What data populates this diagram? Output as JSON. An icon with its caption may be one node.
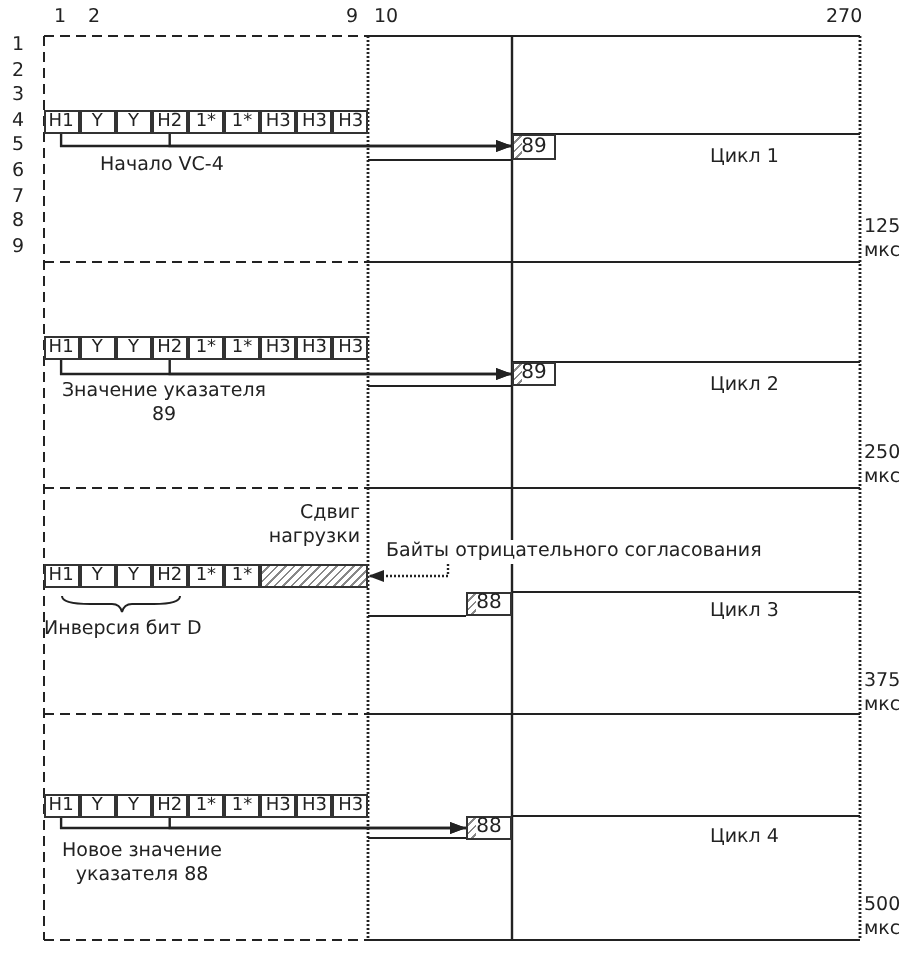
{
  "diagram": {
    "nodes": [
      {
        "text": [
          "H1"
        ]
      },
      {
        "text": [
          "Y"
        ]
      },
      {
        "text": [
          "Y"
        ]
      },
      {
        "text": [
          "H2"
        ]
      },
      {
        "text": [
          "1*"
        ]
      },
      {
        "text": [
          "1*"
        ]
      },
      {
        "text": [
          "H3"
        ]
      },
      {
        "text": [
          "H3"
        ]
      },
      {
        "text": [
          "H3"
        ]
      },
      {
        "text": [
          "89"
        ]
      },
      {
        "text": [
          "H1"
        ]
      },
      {
        "text": [
          "Y"
        ]
      },
      {
        "text": [
          "Y"
        ]
      },
      {
        "text": [
          "H2"
        ]
      },
      {
        "text": [
          "1*"
        ]
      },
      {
        "text": [
          "1*"
        ]
      },
      {
        "text": [
          "H3"
        ]
      },
      {
        "text": [
          "H3"
        ]
      },
      {
        "text": [
          "H3"
        ]
      },
      {
        "text": [
          "89"
        ]
      },
      {
        "text": [
          "H1"
        ]
      },
      {
        "text": [
          "Y"
        ]
      },
      {
        "text": [
          "Y"
        ]
      },
      {
        "text": [
          "H2"
        ]
      },
      {
        "text": [
          "1*"
        ]
      },
      {
        "text": [
          "1*"
        ]
      },
      {
        "text": [],
        "shape": "box"
      },
      {
        "text": [
          "Байты отрицательного согласования"
        ]
      },
      {
        "text": [
          "88"
        ]
      },
      {
        "text": [
          "H1"
        ]
      },
      {
        "text": [
          "Y"
        ]
      },
      {
        "text": [
          "Y"
        ]
      },
      {
        "text": [
          "H2"
        ]
      },
      {
        "text": [
          "1*"
        ]
      },
      {
        "text": [
          "1*"
        ]
      },
      {
        "text": [
          "H3"
        ]
      },
      {
        "text": [
          "H3"
        ]
      },
      {
        "text": [
          "H3"
        ]
      },
      {
        "text": [
          "88"
        ]
      }
    ],
    "edges": [
      {
        "from": 0,
        "to": 9,
        "arrow": "to"
      },
      {
        "from": 3,
        "to": 9,
        "arrow": "to"
      },
      {
        "from": 10,
        "to": 19,
        "arrow": "to"
      },
      {
        "from": 13,
        "to": 19,
        "arrow": "to"
      },
      {
        "from": 27,
        "to": 26,
        "arrow": "to",
        "style": "dashed"
      },
      {
        "from": 29,
        "to": 38,
        "arrow": "to"
      },
      {
        "from": 32,
        "to": 38,
        "arrow": "to"
      }
    ],
    "labels": [
      "1",
      "2",
      "9",
      "10",
      "270",
      "1",
      "2",
      "3",
      "4",
      "5",
      "6",
      "7",
      "8",
      "9",
      "Начало VC-4",
      "Цикл 1",
      "125 мкс",
      "Значение указателя 89",
      "Цикл 2",
      "250 мкс",
      "Сдвиг нагрузки",
      "Инверсия бит D",
      "Цикл 3",
      "375 мкс",
      "Новое значение указателя 88",
      "Цикл 4",
      "500 мкс"
    ]
  }
}
